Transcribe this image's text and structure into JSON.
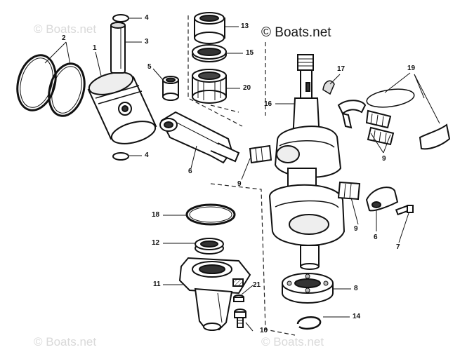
{
  "watermarks": {
    "main": "© Boats.net",
    "faint": "© Boats.net"
  },
  "callouts": {
    "c1": "1",
    "c2": "2",
    "c3": "3",
    "c4a": "4",
    "c4b": "4",
    "c5": "5",
    "c6a": "6",
    "c6b": "6",
    "c7": "7",
    "c8": "8",
    "c9a": "9",
    "c9b": "9",
    "c9c": "9",
    "c10": "10",
    "c11": "11",
    "c12": "12",
    "c13": "13",
    "c14": "14",
    "c15": "15",
    "c16": "16",
    "c17": "17",
    "c18": "18",
    "c19": "19",
    "c20": "20",
    "c21": "21"
  }
}
